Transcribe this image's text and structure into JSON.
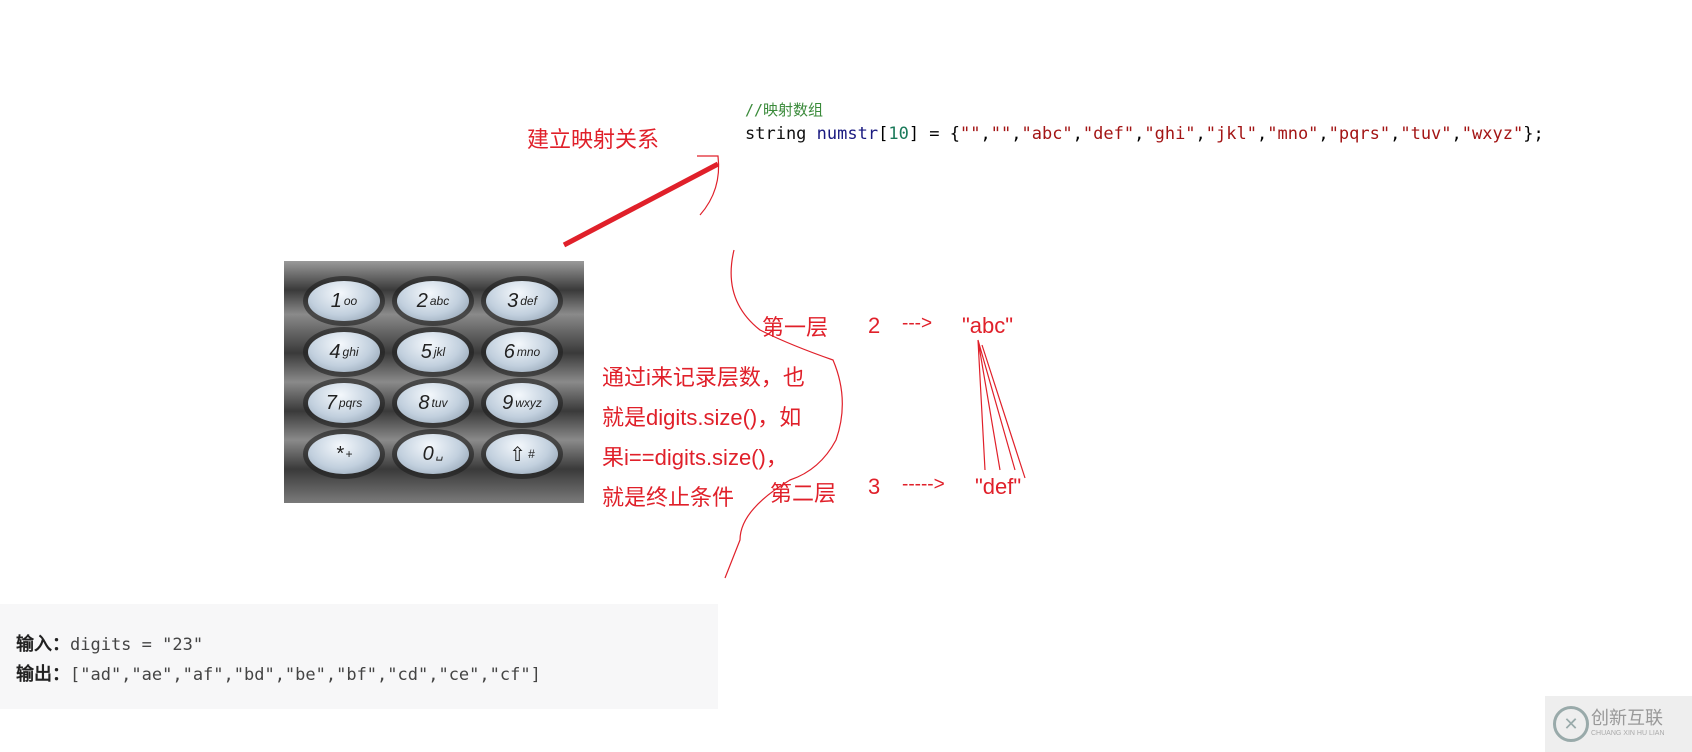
{
  "annotations": {
    "mapping_label": "建立映射关系",
    "explanation_lines": [
      "通过i来记录层数，也",
      "就是digits.size()，如",
      "果i==digits.size()，",
      "就是终止条件"
    ],
    "layer1": {
      "label": "第一层",
      "digit": "2",
      "arrow": "--->",
      "letters": "\"abc\""
    },
    "layer2": {
      "label": "第二层",
      "digit": "3",
      "arrow": "----->",
      "letters": "\"def\""
    }
  },
  "code": {
    "comment": "//映射数组",
    "type": "string",
    "name": "numstr",
    "size": "10",
    "values": [
      "\"\"",
      "\"\"",
      "\"abc\"",
      "\"def\"",
      "\"ghi\"",
      "\"jkl\"",
      "\"mno\"",
      "\"pqrs\"",
      "\"tuv\"",
      "\"wxyz\""
    ]
  },
  "keypad": [
    {
      "d": "1",
      "l": "oo"
    },
    {
      "d": "2",
      "l": "abc"
    },
    {
      "d": "3",
      "l": "def"
    },
    {
      "d": "4",
      "l": "ghi"
    },
    {
      "d": "5",
      "l": "jkl"
    },
    {
      "d": "6",
      "l": "mno"
    },
    {
      "d": "7",
      "l": "pqrs"
    },
    {
      "d": "8",
      "l": "tuv"
    },
    {
      "d": "9",
      "l": "wxyz"
    },
    {
      "d": "*",
      "l": "+"
    },
    {
      "d": "0",
      "l": "␣"
    },
    {
      "d": "⇧",
      "l": "#"
    }
  ],
  "example": {
    "input_label": "输入：",
    "input_value": "digits = \"23\"",
    "output_label": "输出：",
    "output_value": "[\"ad\",\"ae\",\"af\",\"bd\",\"be\",\"bf\",\"cd\",\"ce\",\"cf\"]"
  },
  "watermark": {
    "text": "创新互联",
    "sub": "CHUANG XIN HU LIAN"
  },
  "colors": {
    "annotation": "#e0202a",
    "comment": "#3a8a3a",
    "string": "#a31515"
  }
}
